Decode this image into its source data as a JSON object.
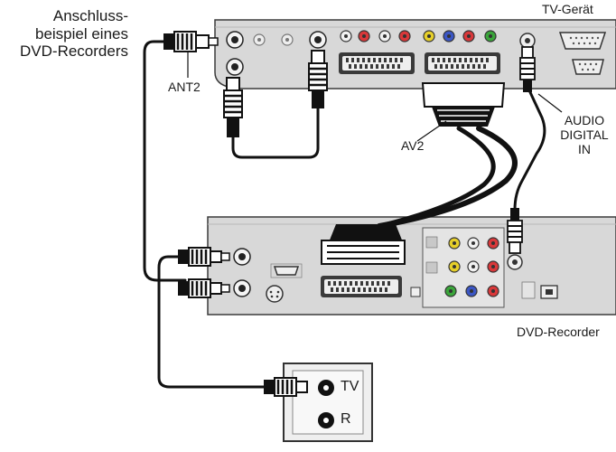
{
  "caption": {
    "line1": "Anschluss-",
    "line2": "beispiel eines",
    "line3": "DVD-Recorders"
  },
  "labels": {
    "tv_device": "TV-Gerät",
    "ant2": "ANT2",
    "av2": "AV2",
    "audio_line1": "AUDIO",
    "audio_line2": "DIGITAL",
    "audio_line3": "IN",
    "dvd_recorder": "DVD-Recorder",
    "wall_tv": "TV",
    "wall_r": "R"
  },
  "colors": {
    "panel": "#d8d8d8",
    "panel_dark": "#b9b9b9",
    "outline": "#3a3a3a",
    "cable": "#111111",
    "jack_red": "#d9383a",
    "jack_yellow": "#e6cf2a",
    "jack_green": "#3aa53a",
    "jack_blue": "#3b56c4",
    "jack_white": "#f2f2f2"
  }
}
